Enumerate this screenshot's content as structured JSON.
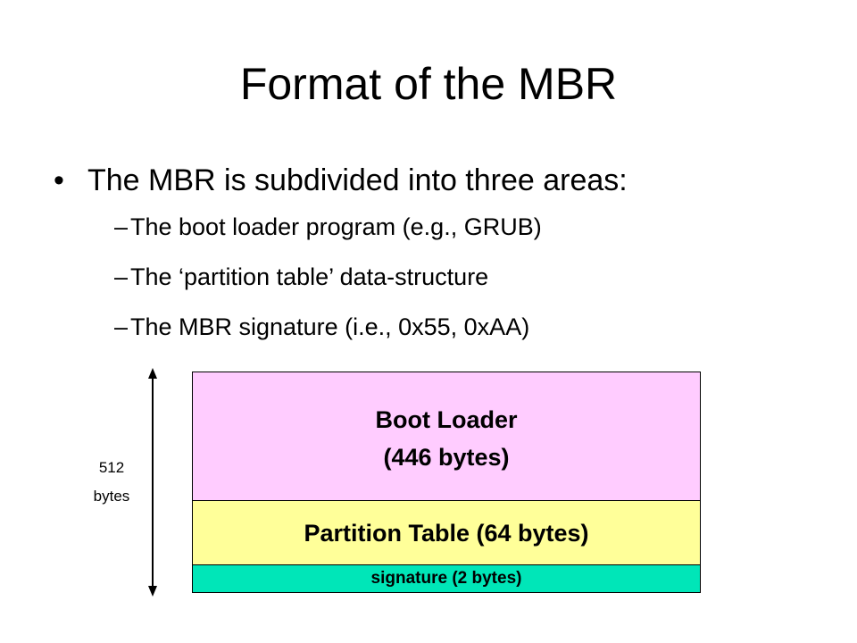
{
  "slide": {
    "title": "Format of the MBR",
    "bullet": {
      "symbol": "•",
      "text": "The MBR is subdivided into three areas:"
    },
    "sub_bullets": [
      {
        "dash": "–",
        "text": "The boot loader program (e.g., GRUB)"
      },
      {
        "dash": "–",
        "text": "The ‘partition table’ data-structure"
      },
      {
        "dash": "–",
        "text": "The MBR signature (i.e., 0x55, 0xAA)"
      }
    ]
  },
  "diagram": {
    "size_label": {
      "line1": "512",
      "line2": "bytes"
    },
    "blocks": [
      {
        "line1": "Boot Loader",
        "line2": "(446 bytes)",
        "color": "#ffccff"
      },
      {
        "label": "Partition Table (64 bytes)",
        "color": "#ffff99"
      },
      {
        "label": "signature (2 bytes)",
        "color": "#00e6b8"
      }
    ]
  }
}
